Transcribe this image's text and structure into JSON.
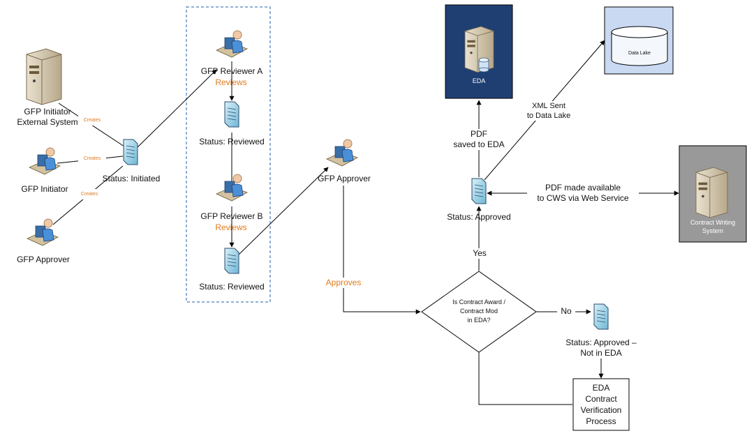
{
  "colors": {
    "edge_label": "#e07a1f",
    "eda_box": "#1f3f73",
    "data_lake_box": "#c9d9f2",
    "cws_box": "#999999",
    "document": "#9fd3e6"
  },
  "icons": {
    "server": "server-icon",
    "user": "user-at-computer-icon",
    "document": "document-icon",
    "database": "database-icon"
  },
  "nodes": {
    "initiator_system": "GFP Initiator\nExternal System",
    "initiator": "GFP Initiator",
    "approver_left": "GFP Approver",
    "status_initiated": "Status: Initiated",
    "reviewer_a": "GFP Reviewer A",
    "reviewer_a_action": "Reviews",
    "status_reviewed_1": "Status: Reviewed",
    "reviewer_b": "GFP Reviewer B",
    "reviewer_b_action": "Reviews",
    "status_reviewed_2": "Status: Reviewed",
    "approver_mid": "GFP Approver",
    "decision": "Is Contract Award /\nContract Mod\nin EDA?",
    "status_approved": "Status: Approved",
    "status_not_in_eda": "Status: Approved –\nNot in EDA",
    "verification": "EDA\nContract\nVerification\nProcess",
    "eda": "EDA",
    "data_lake": "Data Lake",
    "cws": "Contract Writing\nSystem"
  },
  "edges": {
    "creates_1": "Creates",
    "creates_2": "Creates",
    "creates_3": "Creates",
    "approves": "Approves",
    "yes": "Yes",
    "no": "No",
    "pdf_to_eda": "PDF\nsaved to EDA",
    "xml_to_lake": "XML Sent\nto Data Lake",
    "pdf_to_cws": "PDF made available\nto CWS via Web Service"
  }
}
